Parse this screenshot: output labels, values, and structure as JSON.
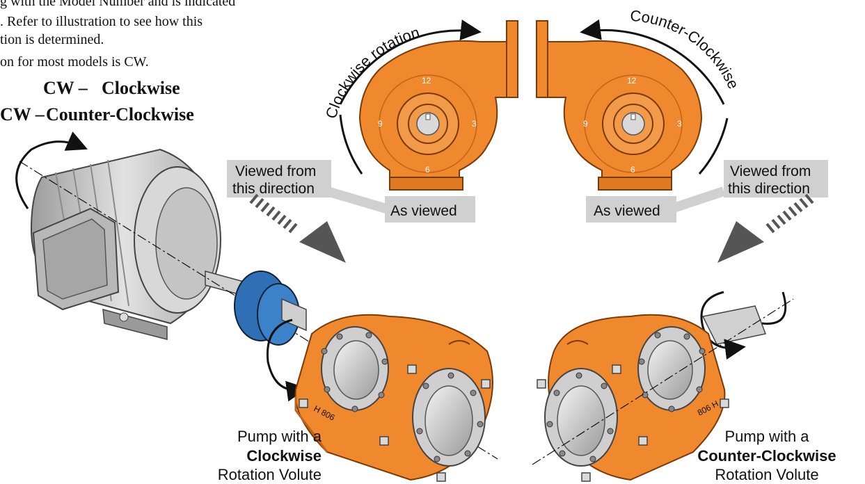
{
  "colors": {
    "pump_orange": "#f0882d",
    "pump_shade": "#c2621a",
    "motor_gray": "#c9c9c9",
    "motor_dark": "#8a8a8a",
    "coupling_blue": "#2f6fb5",
    "label_box": "#d0d0d0",
    "arrow_gray": "#555555"
  },
  "intro": {
    "line1": "g with the Model Number and is indicated",
    "line2": ". Refer to illustration to see how this",
    "line3": "tion is determined.",
    "line4": "on for most models is CW.",
    "cw_code": "CW –",
    "cw_text": "Clockwise",
    "ccw_code": "CW –",
    "ccw_text": "Counter-Clockwise"
  },
  "top_left": {
    "rotation_label": "Clockwise rotation",
    "dial": [
      "12",
      "3",
      "6",
      "9"
    ],
    "as_viewed": "As viewed",
    "viewed_line1": "Viewed from",
    "viewed_line2": "this direction"
  },
  "top_right": {
    "rotation_label": "Counter-Clockwise",
    "dial": [
      "12",
      "3",
      "6",
      "9"
    ],
    "as_viewed": "As viewed",
    "viewed_line1": "Viewed from",
    "viewed_line2": "this direction"
  },
  "bottom_left": {
    "line1": "Pump with a",
    "line2": "Clockwise",
    "line3": "Rotation Volute",
    "casting_mark": "H 806"
  },
  "bottom_right": {
    "line1": "Pump with a",
    "line2": "Counter-Clockwise",
    "line3": "Rotation Volute",
    "casting_mark": "806 H"
  },
  "icons": [
    "motor-illustration",
    "coupling-illustration",
    "pump-cw-illustration",
    "pump-ccw-illustration",
    "volute-cw-icon",
    "volute-ccw-icon",
    "rotation-arrow-icon",
    "direction-arrow-icon"
  ]
}
